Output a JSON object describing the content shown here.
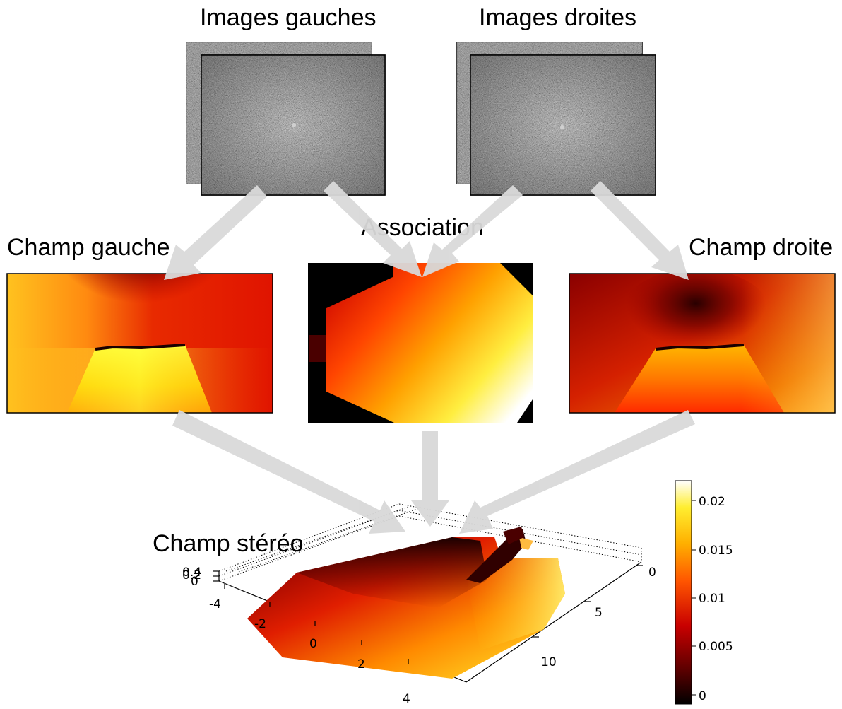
{
  "labels": {
    "left_images": "Images gauches",
    "right_images": "Images droites",
    "left_field": "Champ gauche",
    "association": "Association",
    "right_field": "Champ droite",
    "stereo_field": "Champ stéréo"
  },
  "colorbar": {
    "ticks": [
      "0.02",
      "0.015",
      "0.01",
      "0.005",
      "0"
    ],
    "colormap": [
      "#000000",
      "#5a0000",
      "#c80000",
      "#ff5500",
      "#ffb000",
      "#ffee30",
      "#ffffff"
    ]
  },
  "plot3d": {
    "x_ticks": [
      "-4",
      "-2",
      "0",
      "2",
      "4"
    ],
    "y_ticks": [
      "0",
      "5",
      "10"
    ],
    "z_ticks": [
      "0.4",
      "0.2",
      "0"
    ]
  },
  "colors": {
    "arrow": "#d9d9d9",
    "frame": "#000000"
  }
}
